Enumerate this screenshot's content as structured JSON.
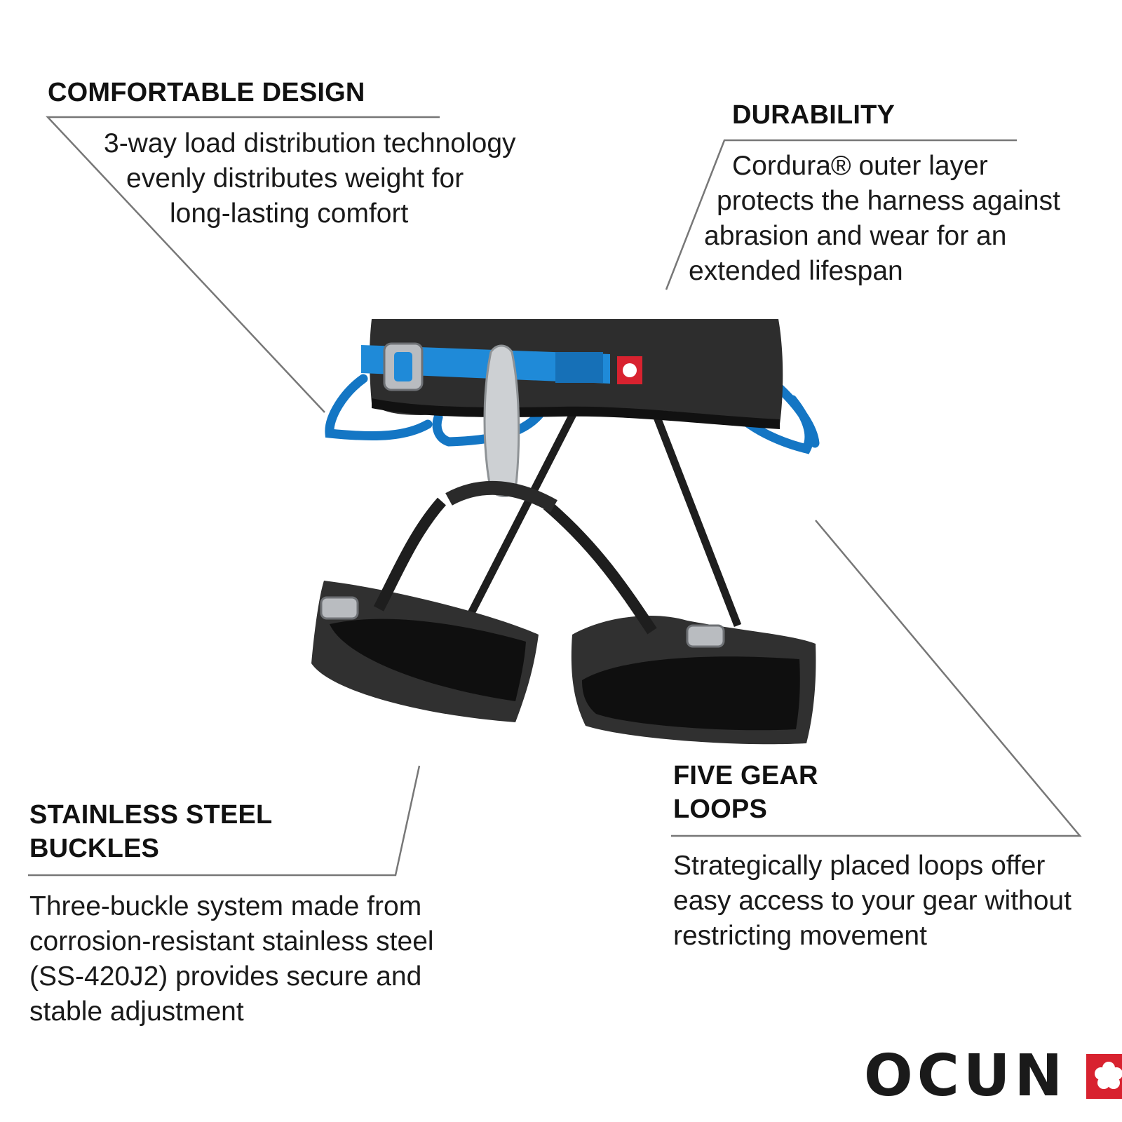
{
  "features": {
    "comfortable_design": {
      "title": "COMFORTABLE DESIGN",
      "lines": [
        "3-way load distribution technology",
        "evenly distributes weight for",
        "long-lasting comfort"
      ]
    },
    "durability": {
      "title": "DURABILITY",
      "lines": [
        "Cordura® outer layer",
        "protects the harness against",
        "abrasion and wear for an",
        "extended lifespan"
      ]
    },
    "stainless_steel_buckles": {
      "title": "STAINLESS STEEL\nBUCKLES",
      "lines": [
        "Three-buckle system made from",
        "corrosion-resistant stainless steel",
        "(SS-420J2) provides secure and",
        "stable adjustment"
      ]
    },
    "five_gear_loops": {
      "title": "FIVE GEAR\nLOOPS",
      "lines": [
        "Strategically placed loops offer",
        "easy access to your gear without",
        "restricting movement"
      ]
    }
  },
  "brand": {
    "wordmark": "OCUN",
    "accent_color": "#d8222f"
  },
  "colors": {
    "harness_body": "#2b2b2b",
    "gear_loop_blue": "#1476c4",
    "webbing_blue": "#1f8ad8",
    "buckle_steel": "#b9bcc0",
    "callout_line": "#777777"
  },
  "image": {
    "subject": "climbing-harness"
  }
}
